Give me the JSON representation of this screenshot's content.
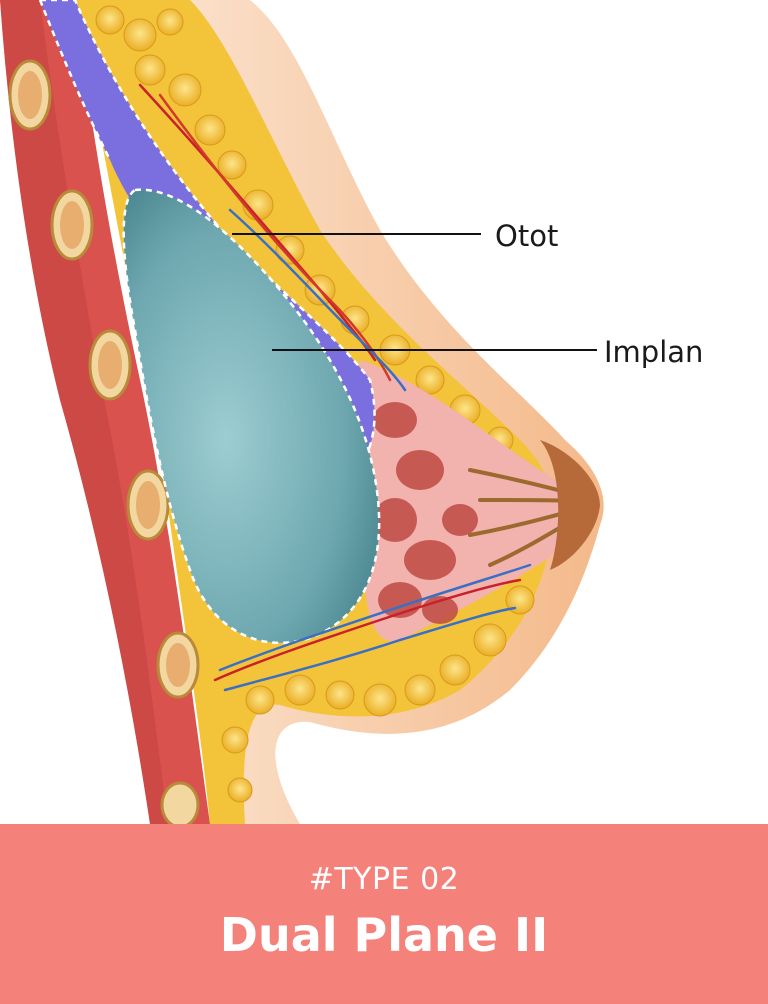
{
  "labels": {
    "muscle": "Otot",
    "implant": "Implan"
  },
  "caption": {
    "type_tag": "#TYPE 02",
    "title": "Dual Plane II"
  },
  "colors": {
    "banner": "#f4827b",
    "muscle_layer": "#7b6fe0",
    "implant": "#78b4bc",
    "fat": "#f6c840",
    "chest_wall": "#d9524e",
    "skin": "#f9c9a0"
  }
}
